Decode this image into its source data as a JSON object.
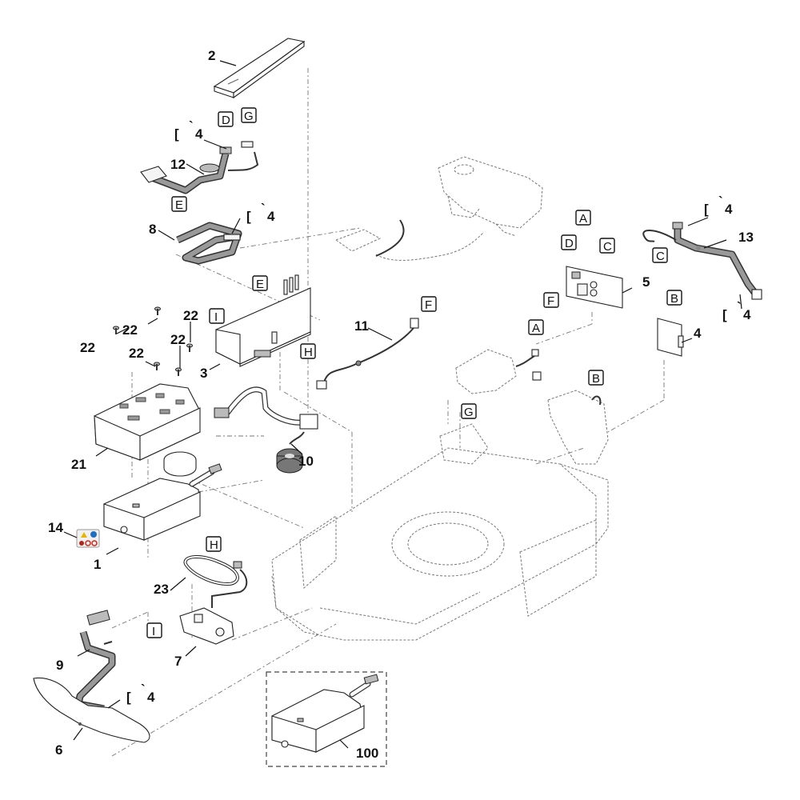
{
  "diagram": {
    "type": "exploded-parts-diagram",
    "subject": "robotic lawn mower electronics / chassis",
    "part_numbers": [
      {
        "id": "p1",
        "label": "1"
      },
      {
        "id": "p2",
        "label": "2"
      },
      {
        "id": "p3",
        "label": "3"
      },
      {
        "id": "p4",
        "label": "4"
      },
      {
        "id": "p5",
        "label": "5"
      },
      {
        "id": "p6",
        "label": "6"
      },
      {
        "id": "p7",
        "label": "7"
      },
      {
        "id": "p8",
        "label": "8"
      },
      {
        "id": "p9",
        "label": "9"
      },
      {
        "id": "p10",
        "label": "10"
      },
      {
        "id": "p11",
        "label": "11"
      },
      {
        "id": "p12",
        "label": "12"
      },
      {
        "id": "p13",
        "label": "13"
      },
      {
        "id": "p14",
        "label": "14"
      },
      {
        "id": "p21",
        "label": "21"
      },
      {
        "id": "p22",
        "label": "22"
      },
      {
        "id": "p23",
        "label": "23"
      },
      {
        "id": "p100",
        "label": "100"
      }
    ],
    "labels": {
      "n1": "1",
      "n2": "2",
      "n3": "3",
      "n4": "4",
      "n5": "5",
      "n6": "6",
      "n7": "7",
      "n8": "8",
      "n9": "9",
      "n10": "10",
      "n11": "11",
      "n12": "12",
      "n13": "13",
      "n14": "14",
      "n21": "21",
      "n22": "22",
      "n23": "23",
      "n100": "100"
    },
    "connection_refs": {
      "A": "A",
      "B": "B",
      "C": "C",
      "D": "D",
      "E": "E",
      "F": "F",
      "G": "G",
      "H": "H",
      "I": "I"
    },
    "cross_ref_marker": {
      "bracket": "[",
      "tick": "`",
      "ref_number": "4"
    },
    "warning_label_icons": [
      "warning-triangle",
      "read-manual",
      "glove",
      "no-touch",
      "no-hand"
    ],
    "warning_label_colors": {
      "triangle": "#e8b400",
      "info": "#1f6fc4",
      "prohibit": "#d0261b"
    }
  }
}
